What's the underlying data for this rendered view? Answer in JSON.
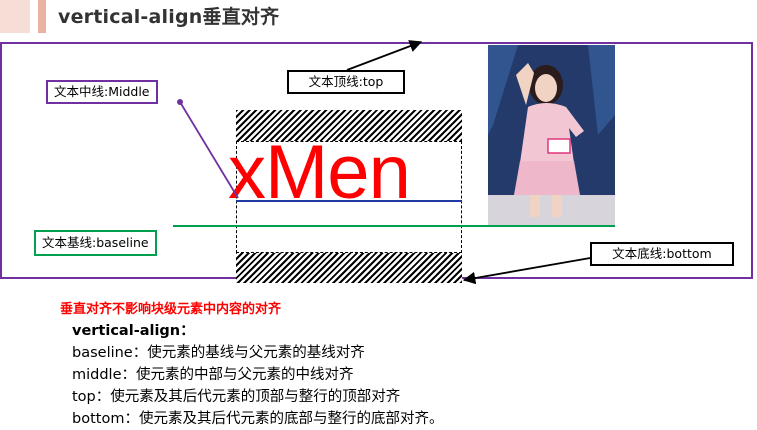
{
  "header": {
    "title": "vertical-align垂直对齐"
  },
  "diagram": {
    "sample_text": "xMen",
    "labels": {
      "middle": "文本中线:Middle",
      "top": "文本顶线:top",
      "baseline": "文本基线:baseline",
      "bottom": "文本底线:bottom"
    },
    "colors": {
      "frame": "#7030a0",
      "middle_connector": "#7030a0",
      "baseline_line": "#00a050",
      "text_line": "#1f3aa0",
      "sample_text": "#ff0000"
    }
  },
  "notes": {
    "warning": "垂直对齐不影响块级元素中内容的对齐",
    "property": "vertical-align：",
    "items": [
      "baseline：使元素的基线与父元素的基线对齐",
      "middle：使元素的中部与父元素的中线对齐",
      "top：使元素及其后代元素的顶部与整行的顶部对齐",
      "bottom：使元素及其后代元素的底部与整行的底部对齐。"
    ]
  }
}
